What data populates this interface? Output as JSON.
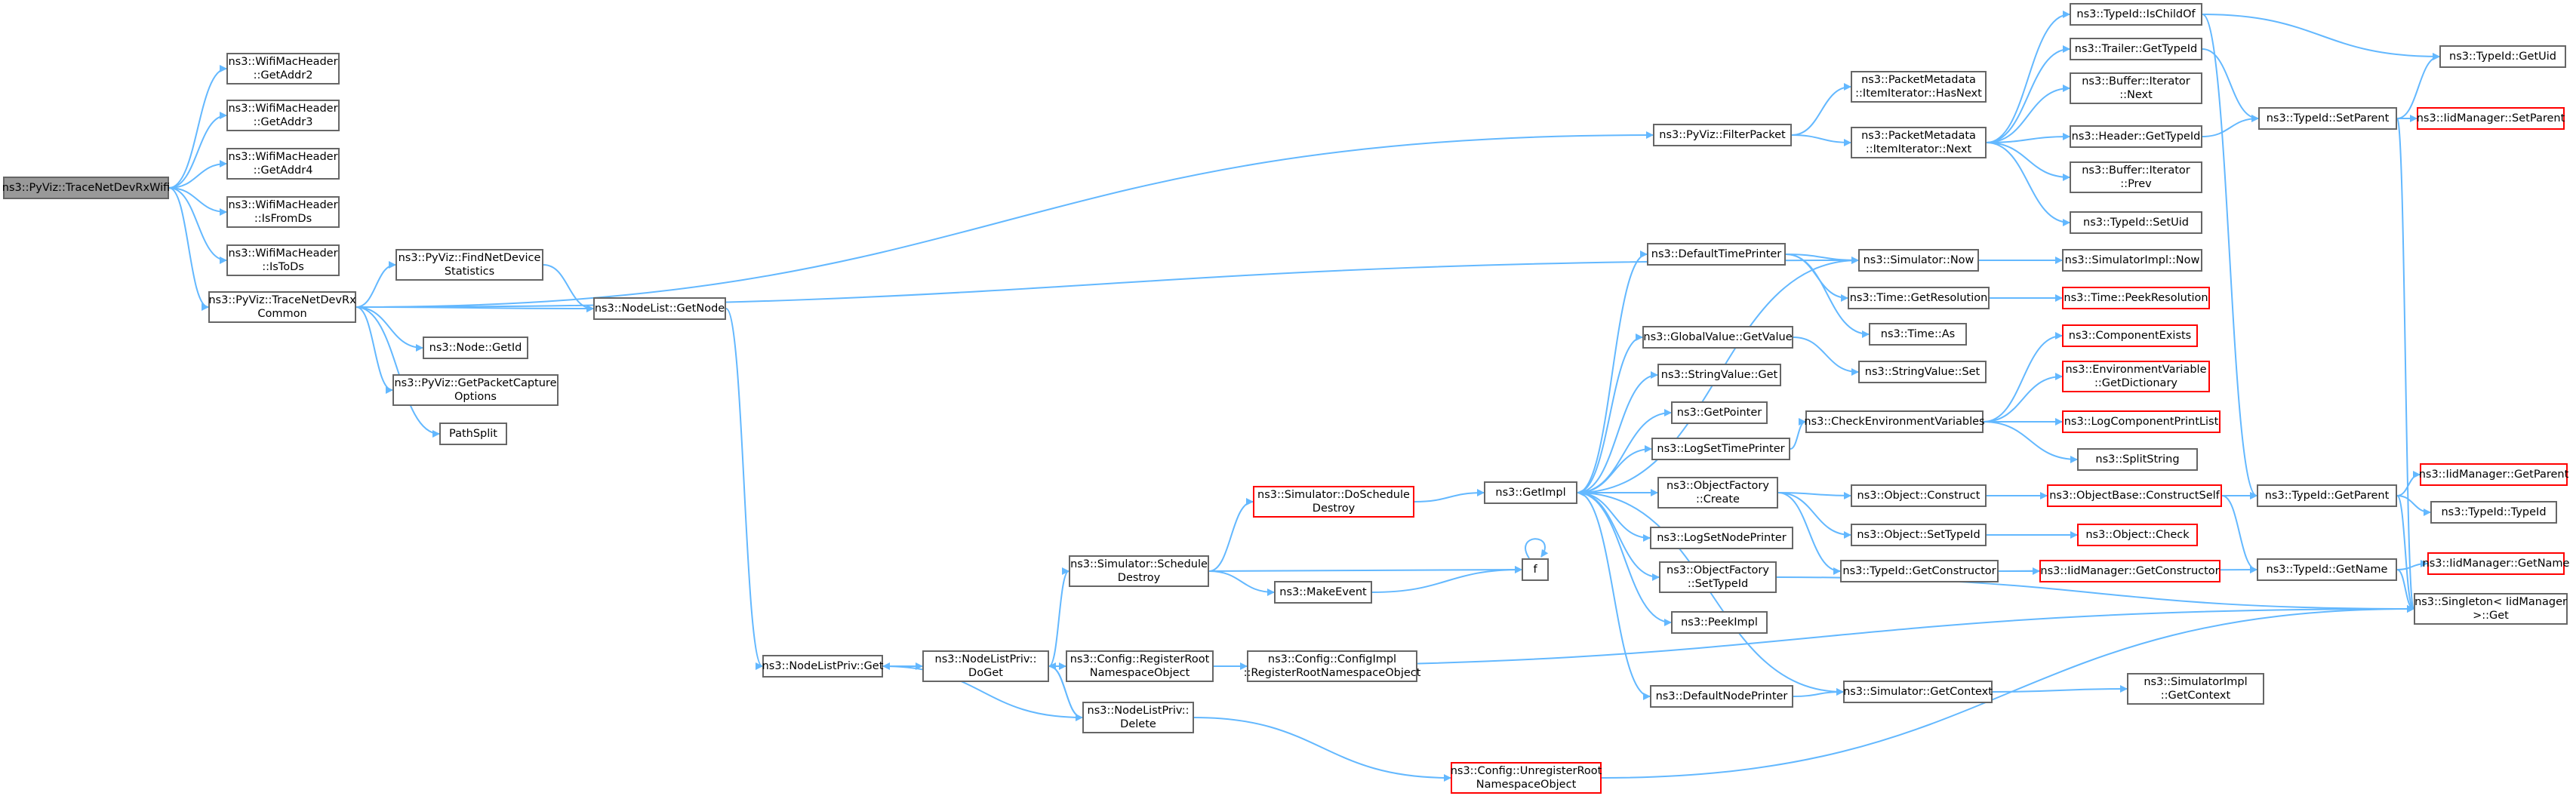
{
  "graph": {
    "title": "",
    "root": "ns3::PyViz::TraceNetDevRxWifi",
    "colors": {
      "edge": "#63b8ff",
      "node_border": "#666666",
      "truncated_border": "#ff0000",
      "root_fill": "#999999"
    },
    "nodes": [
      {
        "id": "root",
        "lines": [
          "ns3::PyViz::TraceNetDevRxWifi"
        ],
        "root": true
      },
      {
        "id": "addr2",
        "lines": [
          "ns3::WifiMacHeader",
          "::GetAddr2"
        ]
      },
      {
        "id": "addr3",
        "lines": [
          "ns3::WifiMacHeader",
          "::GetAddr3"
        ]
      },
      {
        "id": "addr4",
        "lines": [
          "ns3::WifiMacHeader",
          "::GetAddr4"
        ]
      },
      {
        "id": "isfromds",
        "lines": [
          "ns3::WifiMacHeader",
          "::IsFromDs"
        ]
      },
      {
        "id": "istods",
        "lines": [
          "ns3::WifiMacHeader",
          "::IsToDs"
        ]
      },
      {
        "id": "tracecommon",
        "lines": [
          "ns3::PyViz::TraceNetDevRx",
          "Common"
        ]
      },
      {
        "id": "findnetdev",
        "lines": [
          "ns3::PyViz::FindNetDevice",
          "Statistics"
        ]
      },
      {
        "id": "nodegetid",
        "lines": [
          "ns3::Node::GetId"
        ]
      },
      {
        "id": "getpcap",
        "lines": [
          "ns3::PyViz::GetPacketCapture",
          "Options"
        ]
      },
      {
        "id": "pathsplit",
        "lines": [
          "PathSplit"
        ]
      },
      {
        "id": "nodelistget",
        "lines": [
          "ns3::NodeList::GetNode"
        ]
      },
      {
        "id": "filterpacket",
        "lines": [
          "ns3::PyViz::FilterPacket"
        ]
      },
      {
        "id": "pmhasnext",
        "lines": [
          "ns3::PacketMetadata",
          "::ItemIterator::HasNext"
        ]
      },
      {
        "id": "pmnext",
        "lines": [
          "ns3::PacketMetadata",
          "::ItemIterator::Next"
        ]
      },
      {
        "id": "ischildof",
        "lines": [
          "ns3::TypeId::IsChildOf"
        ]
      },
      {
        "id": "trailertid",
        "lines": [
          "ns3::Trailer::GetTypeId"
        ]
      },
      {
        "id": "bufnext",
        "lines": [
          "ns3::Buffer::Iterator",
          "::Next"
        ]
      },
      {
        "id": "headertid",
        "lines": [
          "ns3::Header::GetTypeId"
        ]
      },
      {
        "id": "bufprev",
        "lines": [
          "ns3::Buffer::Iterator",
          "::Prev"
        ]
      },
      {
        "id": "setuid",
        "lines": [
          "ns3::TypeId::SetUid"
        ]
      },
      {
        "id": "getuid",
        "lines": [
          "ns3::TypeId::GetUid"
        ]
      },
      {
        "id": "setparent",
        "lines": [
          "ns3::TypeId::SetParent"
        ]
      },
      {
        "id": "iidsetparent",
        "lines": [
          "ns3::IidManager::SetParent"
        ],
        "truncated": true
      },
      {
        "id": "simnow",
        "lines": [
          "ns3::Simulator::Now"
        ]
      },
      {
        "id": "simimplnow",
        "lines": [
          "ns3::SimulatorImpl::Now"
        ]
      },
      {
        "id": "deftimeprinter",
        "lines": [
          "ns3::DefaultTimePrinter"
        ]
      },
      {
        "id": "timegetres",
        "lines": [
          "ns3::Time::GetResolution"
        ]
      },
      {
        "id": "timepeekres",
        "lines": [
          "ns3::Time::PeekResolution"
        ],
        "truncated": true
      },
      {
        "id": "timeas",
        "lines": [
          "ns3::Time::As"
        ]
      },
      {
        "id": "gvgetvalue",
        "lines": [
          "ns3::GlobalValue::GetValue"
        ]
      },
      {
        "id": "strvalset",
        "lines": [
          "ns3::StringValue::Set"
        ]
      },
      {
        "id": "strvalget",
        "lines": [
          "ns3::StringValue::Get"
        ]
      },
      {
        "id": "getpointer",
        "lines": [
          "ns3::GetPointer"
        ]
      },
      {
        "id": "logsettime",
        "lines": [
          "ns3::LogSetTimePrinter"
        ]
      },
      {
        "id": "checkenv",
        "lines": [
          "ns3::CheckEnvironmentVariables"
        ]
      },
      {
        "id": "compexists",
        "lines": [
          "ns3::ComponentExists"
        ],
        "truncated": true
      },
      {
        "id": "envvar",
        "lines": [
          "ns3::EnvironmentVariable",
          "::GetDictionary"
        ],
        "truncated": true
      },
      {
        "id": "logcomplist",
        "lines": [
          "ns3::LogComponentPrintList"
        ],
        "truncated": true
      },
      {
        "id": "splitstring",
        "lines": [
          "ns3::SplitString"
        ]
      },
      {
        "id": "getimpl",
        "lines": [
          "ns3::GetImpl"
        ]
      },
      {
        "id": "doschedule",
        "lines": [
          "ns3::Simulator::DoSchedule",
          "Destroy"
        ],
        "truncated": true
      },
      {
        "id": "ofcreate",
        "lines": [
          "ns3::ObjectFactory",
          "::Create"
        ]
      },
      {
        "id": "objconstruct",
        "lines": [
          "ns3::Object::Construct"
        ]
      },
      {
        "id": "constructself",
        "lines": [
          "ns3::ObjectBase::ConstructSelf"
        ],
        "truncated": true
      },
      {
        "id": "getparent",
        "lines": [
          "ns3::TypeId::GetParent"
        ]
      },
      {
        "id": "iidgetparent",
        "lines": [
          "ns3::IidManager::GetParent"
        ],
        "truncated": true
      },
      {
        "id": "typeidctor",
        "lines": [
          "ns3::TypeId::TypeId"
        ]
      },
      {
        "id": "objsettid",
        "lines": [
          "ns3::Object::SetTypeId"
        ]
      },
      {
        "id": "objcheck",
        "lines": [
          "ns3::Object::Check"
        ],
        "truncated": true
      },
      {
        "id": "lognodeprinter",
        "lines": [
          "ns3::LogSetNodePrinter"
        ]
      },
      {
        "id": "getconstructor",
        "lines": [
          "ns3::TypeId::GetConstructor"
        ]
      },
      {
        "id": "iidgetctor",
        "lines": [
          "ns3::IidManager::GetConstructor"
        ],
        "truncated": true
      },
      {
        "id": "getname",
        "lines": [
          "ns3::TypeId::GetName"
        ]
      },
      {
        "id": "iidgetname",
        "lines": [
          "ns3::IidManager::GetName"
        ],
        "truncated": true
      },
      {
        "id": "singleton",
        "lines": [
          "ns3::Singleton< IidManager",
          ">::Get"
        ]
      },
      {
        "id": "schedule",
        "lines": [
          "ns3::Simulator::Schedule",
          "Destroy"
        ]
      },
      {
        "id": "makeevent",
        "lines": [
          "ns3::MakeEvent"
        ]
      },
      {
        "id": "f",
        "lines": [
          "f"
        ]
      },
      {
        "id": "ofsettid",
        "lines": [
          "ns3::ObjectFactory",
          "::SetTypeId"
        ]
      },
      {
        "id": "peekimpl",
        "lines": [
          "ns3::PeekImpl"
        ]
      },
      {
        "id": "defnodeprinter",
        "lines": [
          "ns3::DefaultNodePrinter"
        ]
      },
      {
        "id": "simgetctx",
        "lines": [
          "ns3::Simulator::GetContext"
        ]
      },
      {
        "id": "simimplctx",
        "lines": [
          "ns3::SimulatorImpl",
          "::GetContext"
        ]
      },
      {
        "id": "nlpget",
        "lines": [
          "ns3::NodeListPriv::Get"
        ]
      },
      {
        "id": "nlpdoget",
        "lines": [
          "ns3::NodeListPriv::",
          "DoGet"
        ]
      },
      {
        "id": "cfgregroot",
        "lines": [
          "ns3::Config::RegisterRoot",
          "NamespaceObject"
        ]
      },
      {
        "id": "cfgimplreg",
        "lines": [
          "ns3::Config::ConfigImpl",
          "::RegisterRootNamespaceObject"
        ]
      },
      {
        "id": "nlpdelete",
        "lines": [
          "ns3::NodeListPriv::",
          "Delete"
        ]
      },
      {
        "id": "cfgunreg",
        "lines": [
          "ns3::Config::UnregisterRoot",
          "NamespaceObject"
        ],
        "truncated": true
      }
    ]
  }
}
